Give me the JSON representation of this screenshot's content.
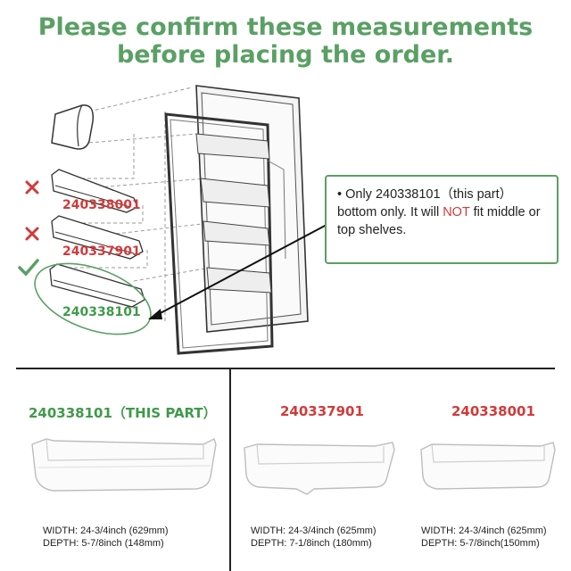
{
  "header": {
    "line1": "Please confirm these measurements",
    "line2": "before placing the order."
  },
  "colors": {
    "accent_green": "#5aa064",
    "warning_red": "#d23a3a",
    "text": "#222222"
  },
  "diagram": {
    "labels": {
      "top": "240338001",
      "middle": "240337901",
      "bottom": "240338101"
    },
    "marks": {
      "top": "cross-icon",
      "middle": "cross-icon",
      "bottom": "check-icon"
    }
  },
  "callout": {
    "pre": "• Only 240338101（this part）bottom only. It will ",
    "not_word": "NOT",
    "post": " fit middle or top shelves."
  },
  "products": [
    {
      "title": "240338101（THIS PART）",
      "width": "WIDTH: 24-3/4inch (629mm)",
      "depth": "DEPTH: 5-7/8inch (148mm)"
    },
    {
      "title": "240337901",
      "width": "WIDTH: 24-3/4inch (625mm)",
      "depth": "DEPTH: 7-1/8inch (180mm)"
    },
    {
      "title": "240338001",
      "width": "WIDTH: 24-3/4inch (625mm)",
      "depth": "DEPTH: 5-7/8inch(150mm)"
    }
  ]
}
